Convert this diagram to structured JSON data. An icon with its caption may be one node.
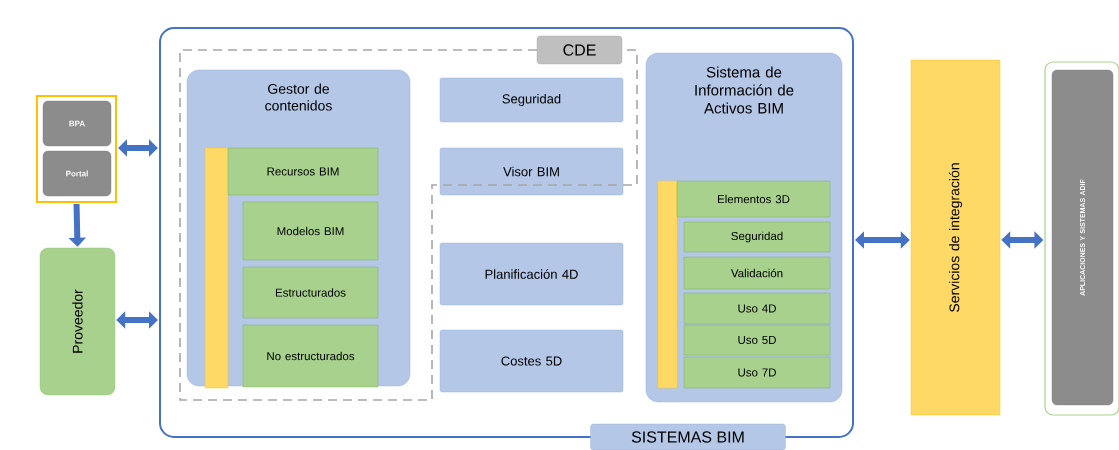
{
  "diagram": {
    "nodes": [
      {
        "text": [
          "SISTEMAS BIM"
        ]
      },
      {
        "text": [
          "CDE"
        ],
        "in": 0
      },
      {
        "text": [
          "Gestor de contenidos"
        ],
        "in": 0
      },
      {
        "text": [
          "Recursos BIM"
        ],
        "in": 2
      },
      {
        "text": [
          "Modelos BIM"
        ],
        "in": 2
      },
      {
        "text": [
          "Estructurados"
        ],
        "in": 2
      },
      {
        "text": [
          "No estructurados"
        ],
        "in": 2
      },
      {
        "text": [
          "Seguridad"
        ],
        "in": 0
      },
      {
        "text": [
          "Visor BIM"
        ],
        "in": 0
      },
      {
        "text": [
          "Planificación 4D"
        ],
        "in": 0
      },
      {
        "text": [
          "Costes 5D"
        ],
        "in": 0
      },
      {
        "text": [
          "Sistema de Información de Activos BIM"
        ],
        "in": 0
      },
      {
        "text": [
          "Elementos 3D"
        ],
        "in": 11
      },
      {
        "text": [
          "Seguridad"
        ],
        "in": 11
      },
      {
        "text": [
          "Validación"
        ],
        "in": 11
      },
      {
        "text": [
          "Uso 4D"
        ],
        "in": 11
      },
      {
        "text": [
          "Uso 5D"
        ],
        "in": 11
      },
      {
        "text": [
          "Uso 7D"
        ],
        "in": 11
      },
      {
        "text": [
          "Servicios de integración"
        ]
      },
      {
        "text": [],
        "shape": "box"
      },
      {
        "text": [
          "APLICACIONES Y SISTEMAS ADIF"
        ],
        "in": 19
      },
      {
        "text": [],
        "shape": "box"
      },
      {
        "text": [
          "BPA"
        ],
        "in": 21
      },
      {
        "text": [
          "Portal"
        ],
        "in": 21
      },
      {
        "text": [
          "Proveedor"
        ]
      }
    ],
    "edges": [
      {
        "from": 21,
        "to": 0,
        "arrow": "both"
      },
      {
        "from": 21,
        "to": 24,
        "arrow": "to"
      },
      {
        "from": 24,
        "to": 0,
        "arrow": "both"
      },
      {
        "from": 0,
        "to": 18,
        "arrow": "both"
      },
      {
        "from": 18,
        "to": 19,
        "arrow": "both"
      }
    ]
  }
}
